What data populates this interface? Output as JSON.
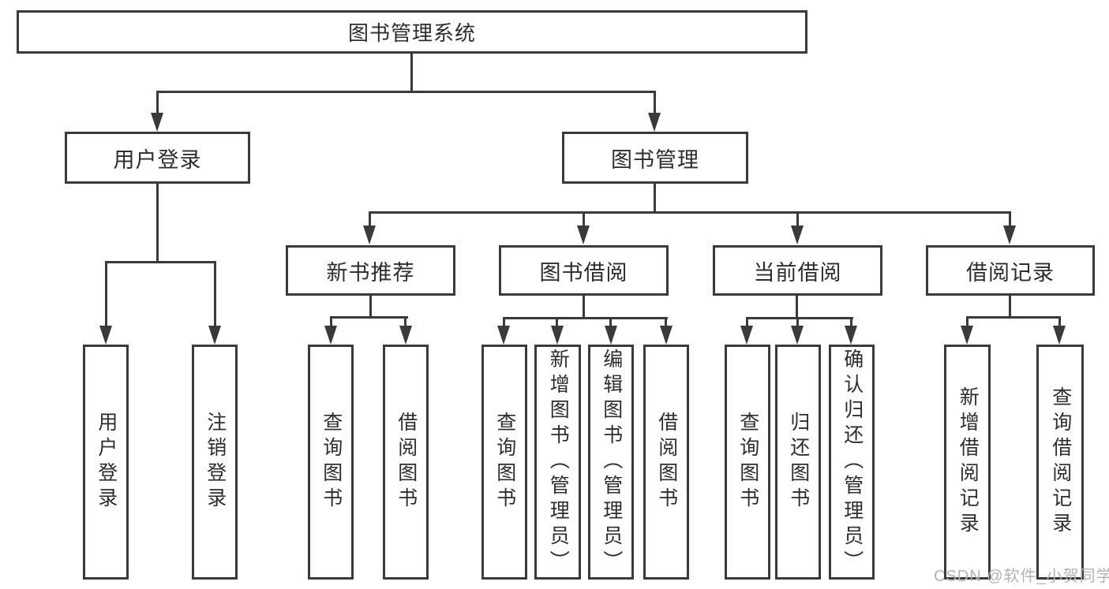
{
  "colors": {
    "line": "#3a3a3a",
    "border": "#3a3a3a",
    "text": "#2d2d2d",
    "watermark": "#b3b3b3",
    "background": "#ffffff"
  },
  "watermark": "CSDN @软件_小贺同学",
  "tree": {
    "label": "图书管理系统",
    "children": [
      {
        "label": "用户登录",
        "children": [
          {
            "label": "用户登录"
          },
          {
            "label": "注销登录"
          }
        ]
      },
      {
        "label": "图书管理",
        "children": [
          {
            "label": "新书推荐",
            "children": [
              {
                "label": "查询图书"
              },
              {
                "label": "借阅图书"
              }
            ]
          },
          {
            "label": "图书借阅",
            "children": [
              {
                "label": "查询图书"
              },
              {
                "label": "新增图书（管理员）"
              },
              {
                "label": "编辑图书（管理员）"
              },
              {
                "label": "借阅图书"
              }
            ]
          },
          {
            "label": "当前借阅",
            "children": [
              {
                "label": "查询图书"
              },
              {
                "label": "归还图书"
              },
              {
                "label": "确认归还（管理员）"
              }
            ]
          },
          {
            "label": "借阅记录",
            "children": [
              {
                "label": "新增借阅记录"
              },
              {
                "label": "查询借阅记录"
              }
            ]
          }
        ]
      }
    ]
  }
}
